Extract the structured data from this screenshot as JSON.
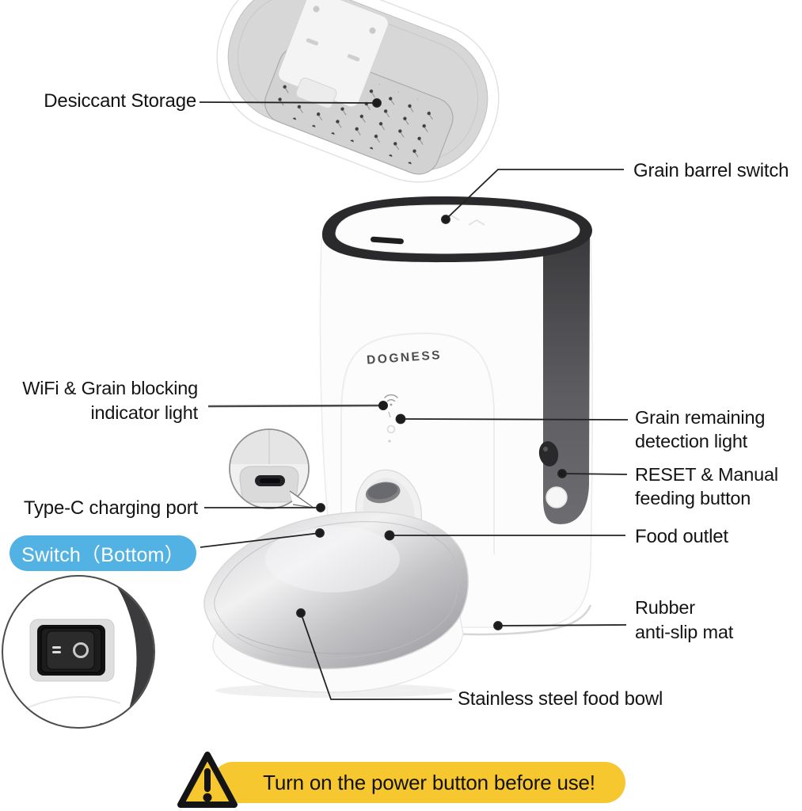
{
  "brand": {
    "logo": "DOGNESS"
  },
  "colors": {
    "accent_blue": "#52B2E3",
    "banner_yellow": "#F6C72F",
    "line": "#1f1f1f"
  },
  "callouts": {
    "desiccant_storage": {
      "label": "Desiccant Storage"
    },
    "grain_barrel_switch": {
      "label": "Grain barrel switch"
    },
    "wifi_grain_blocking": {
      "label": "WiFi & Grain blocking\nindicator light"
    },
    "grain_remaining": {
      "label": "Grain remaining\ndetection light"
    },
    "reset_manual_feeding": {
      "label": "RESET & Manual\nfeeding button"
    },
    "type_c_port": {
      "label": "Type-C charging port"
    },
    "switch_bottom": {
      "label": "Switch（Bottom）"
    },
    "food_outlet": {
      "label": "Food outlet"
    },
    "rubber_mat": {
      "label": "Rubber\nanti-slip mat"
    },
    "steel_bowl": {
      "label": "Stainless steel food bowl"
    }
  },
  "banner": {
    "text": "Turn on the power button before use!"
  },
  "icons": {
    "warning": "warning-triangle-icon",
    "wifi": "wifi-icon"
  }
}
